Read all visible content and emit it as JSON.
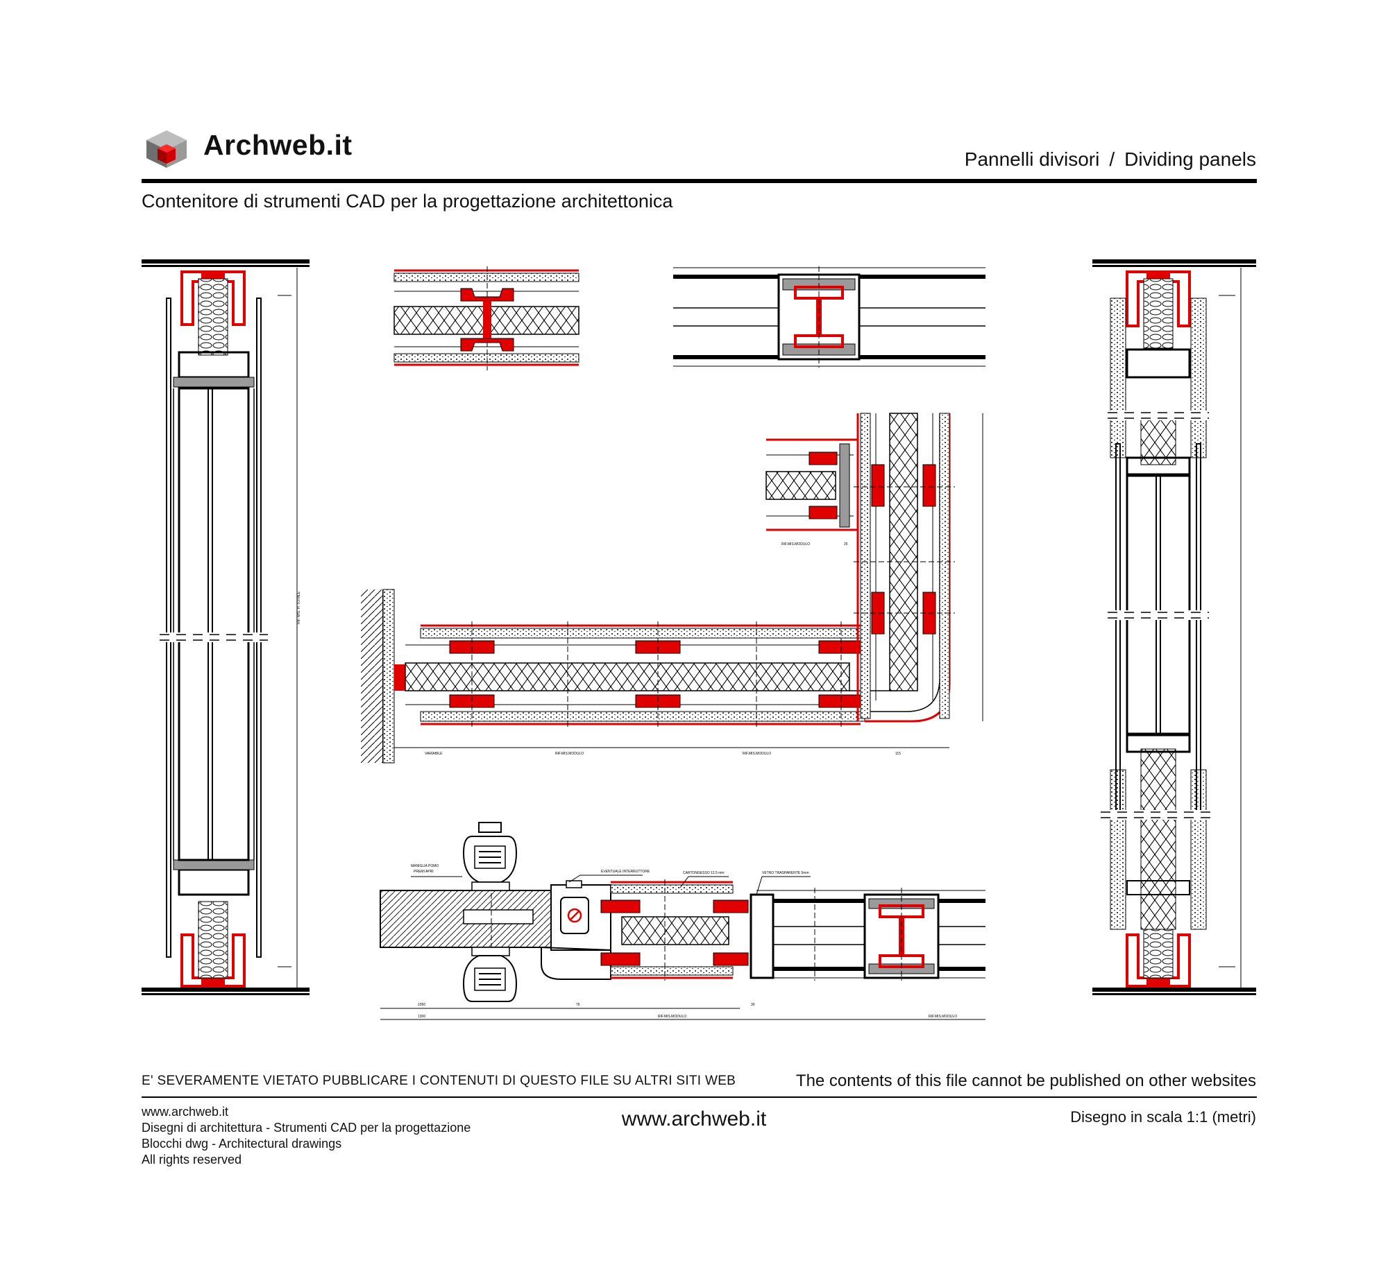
{
  "header": {
    "brand": "Archweb.it",
    "category_it": "Pannelli divisori",
    "separator": "/",
    "category_en": "Dividing panels",
    "subtitle": "Contenitore di strumenti CAD per la progettazione architettonica"
  },
  "drawing": {
    "labels": {
      "variabile": "VARIABILE",
      "rif_modulo": "RIF.MIS.MODULO",
      "dim_115": "115",
      "dim_25": "25",
      "dim_30": "30",
      "dim_76": "76",
      "dim_1050": "1050",
      "dim_1300": "1300",
      "maniglia_1": "MANIGLIA POMO",
      "maniglia_2": "PREMI APRI",
      "interruttore": "EVENTUALE INTERRUTTORE",
      "cartongesso": "CARTONGESSO 12.5 mm",
      "vetro": "VETRO TRASPARENTE 5mm",
      "rif_totale": "RIF. MIS. H. TOTALE"
    },
    "colors": {
      "profile_red": "#e00000",
      "gray": "#9a9a9a",
      "line": "#000000"
    }
  },
  "footer": {
    "warning_it": "E' SEVERAMENTE VIETATO PUBBLICARE I CONTENUTI DI QUESTO FILE SU ALTRI SITI WEB",
    "warning_en": "The contents of this file cannot be published on other websites",
    "left_lines": [
      "www.archweb.it",
      "Disegni di architettura - Strumenti CAD  per la progettazione",
      "Blocchi dwg - Architectural drawings",
      "All rights reserved"
    ],
    "center": "www.archweb.it",
    "scale": "Disegno in scala 1:1 (metri)"
  }
}
